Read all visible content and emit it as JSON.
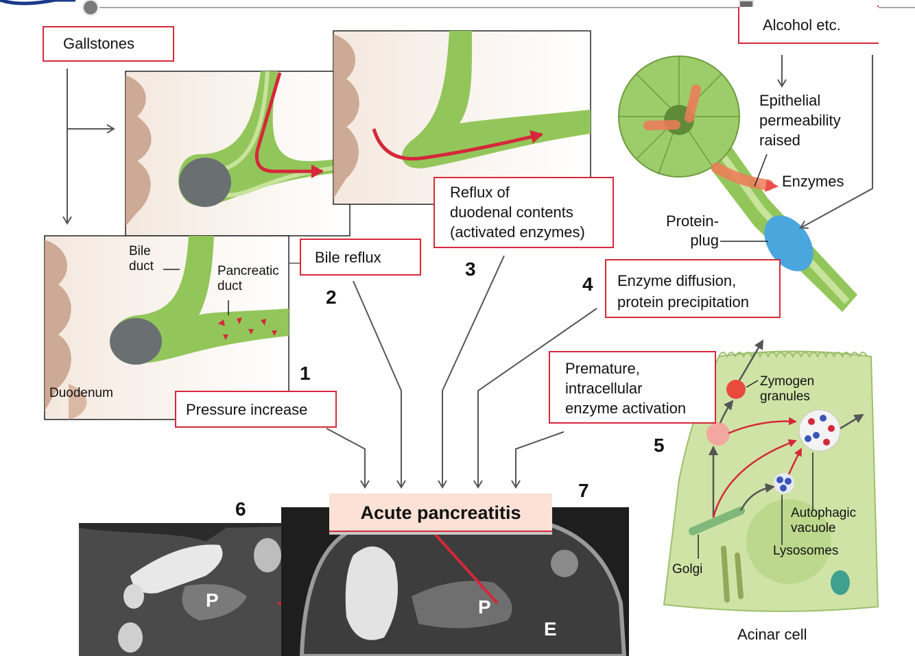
{
  "labels": {
    "gallstones": "Gallstones",
    "alcohol": "Alcohol etc.",
    "bile_reflux": "Bile reflux",
    "pressure_increase": "Pressure increase",
    "reflux_duodenal": [
      "Reflux of",
      "duodenal contents",
      "(activated enzymes)"
    ],
    "enzyme_diffusion": [
      "Enzyme diffusion,",
      "protein precipitation"
    ],
    "premature": [
      "Premature,",
      "intracellular",
      "enzyme activation"
    ],
    "acute_pancreatitis": "Acute pancreatitis"
  },
  "annotations": {
    "bile_duct": [
      "Bile",
      "duct"
    ],
    "pancreatic_duct": [
      "Pancreatic",
      "duct"
    ],
    "duodenum": "Duodenum",
    "epithelial": [
      "Epithelial",
      "permeability",
      "raised"
    ],
    "enzymes": "Enzymes",
    "protein_plug": [
      "Protein-",
      "plug"
    ],
    "zymogen": [
      "Zymogen",
      "granules"
    ],
    "autophagic": [
      "Autophagic",
      "vacuole"
    ],
    "lysosomes": "Lysosomes",
    "golgi": "Golgi",
    "acinar_cell": "Acinar cell"
  },
  "numbers": [
    "1",
    "2",
    "3",
    "4",
    "5",
    "6",
    "7"
  ],
  "ct_letters": {
    "p_left": "P",
    "p_right": "P",
    "e_right": "E"
  },
  "colors": {
    "label_border": "#d5283a",
    "arrow_red": "#d5283a",
    "arrow_gray": "#555555",
    "duct_green": "#8bc34a",
    "tissue_tan": "#c8a38a",
    "cell_green": "#cfe3a6",
    "title_bg": "#fbe1d6"
  },
  "controls": {
    "slider_handle": "circle",
    "square_handle": "square"
  }
}
